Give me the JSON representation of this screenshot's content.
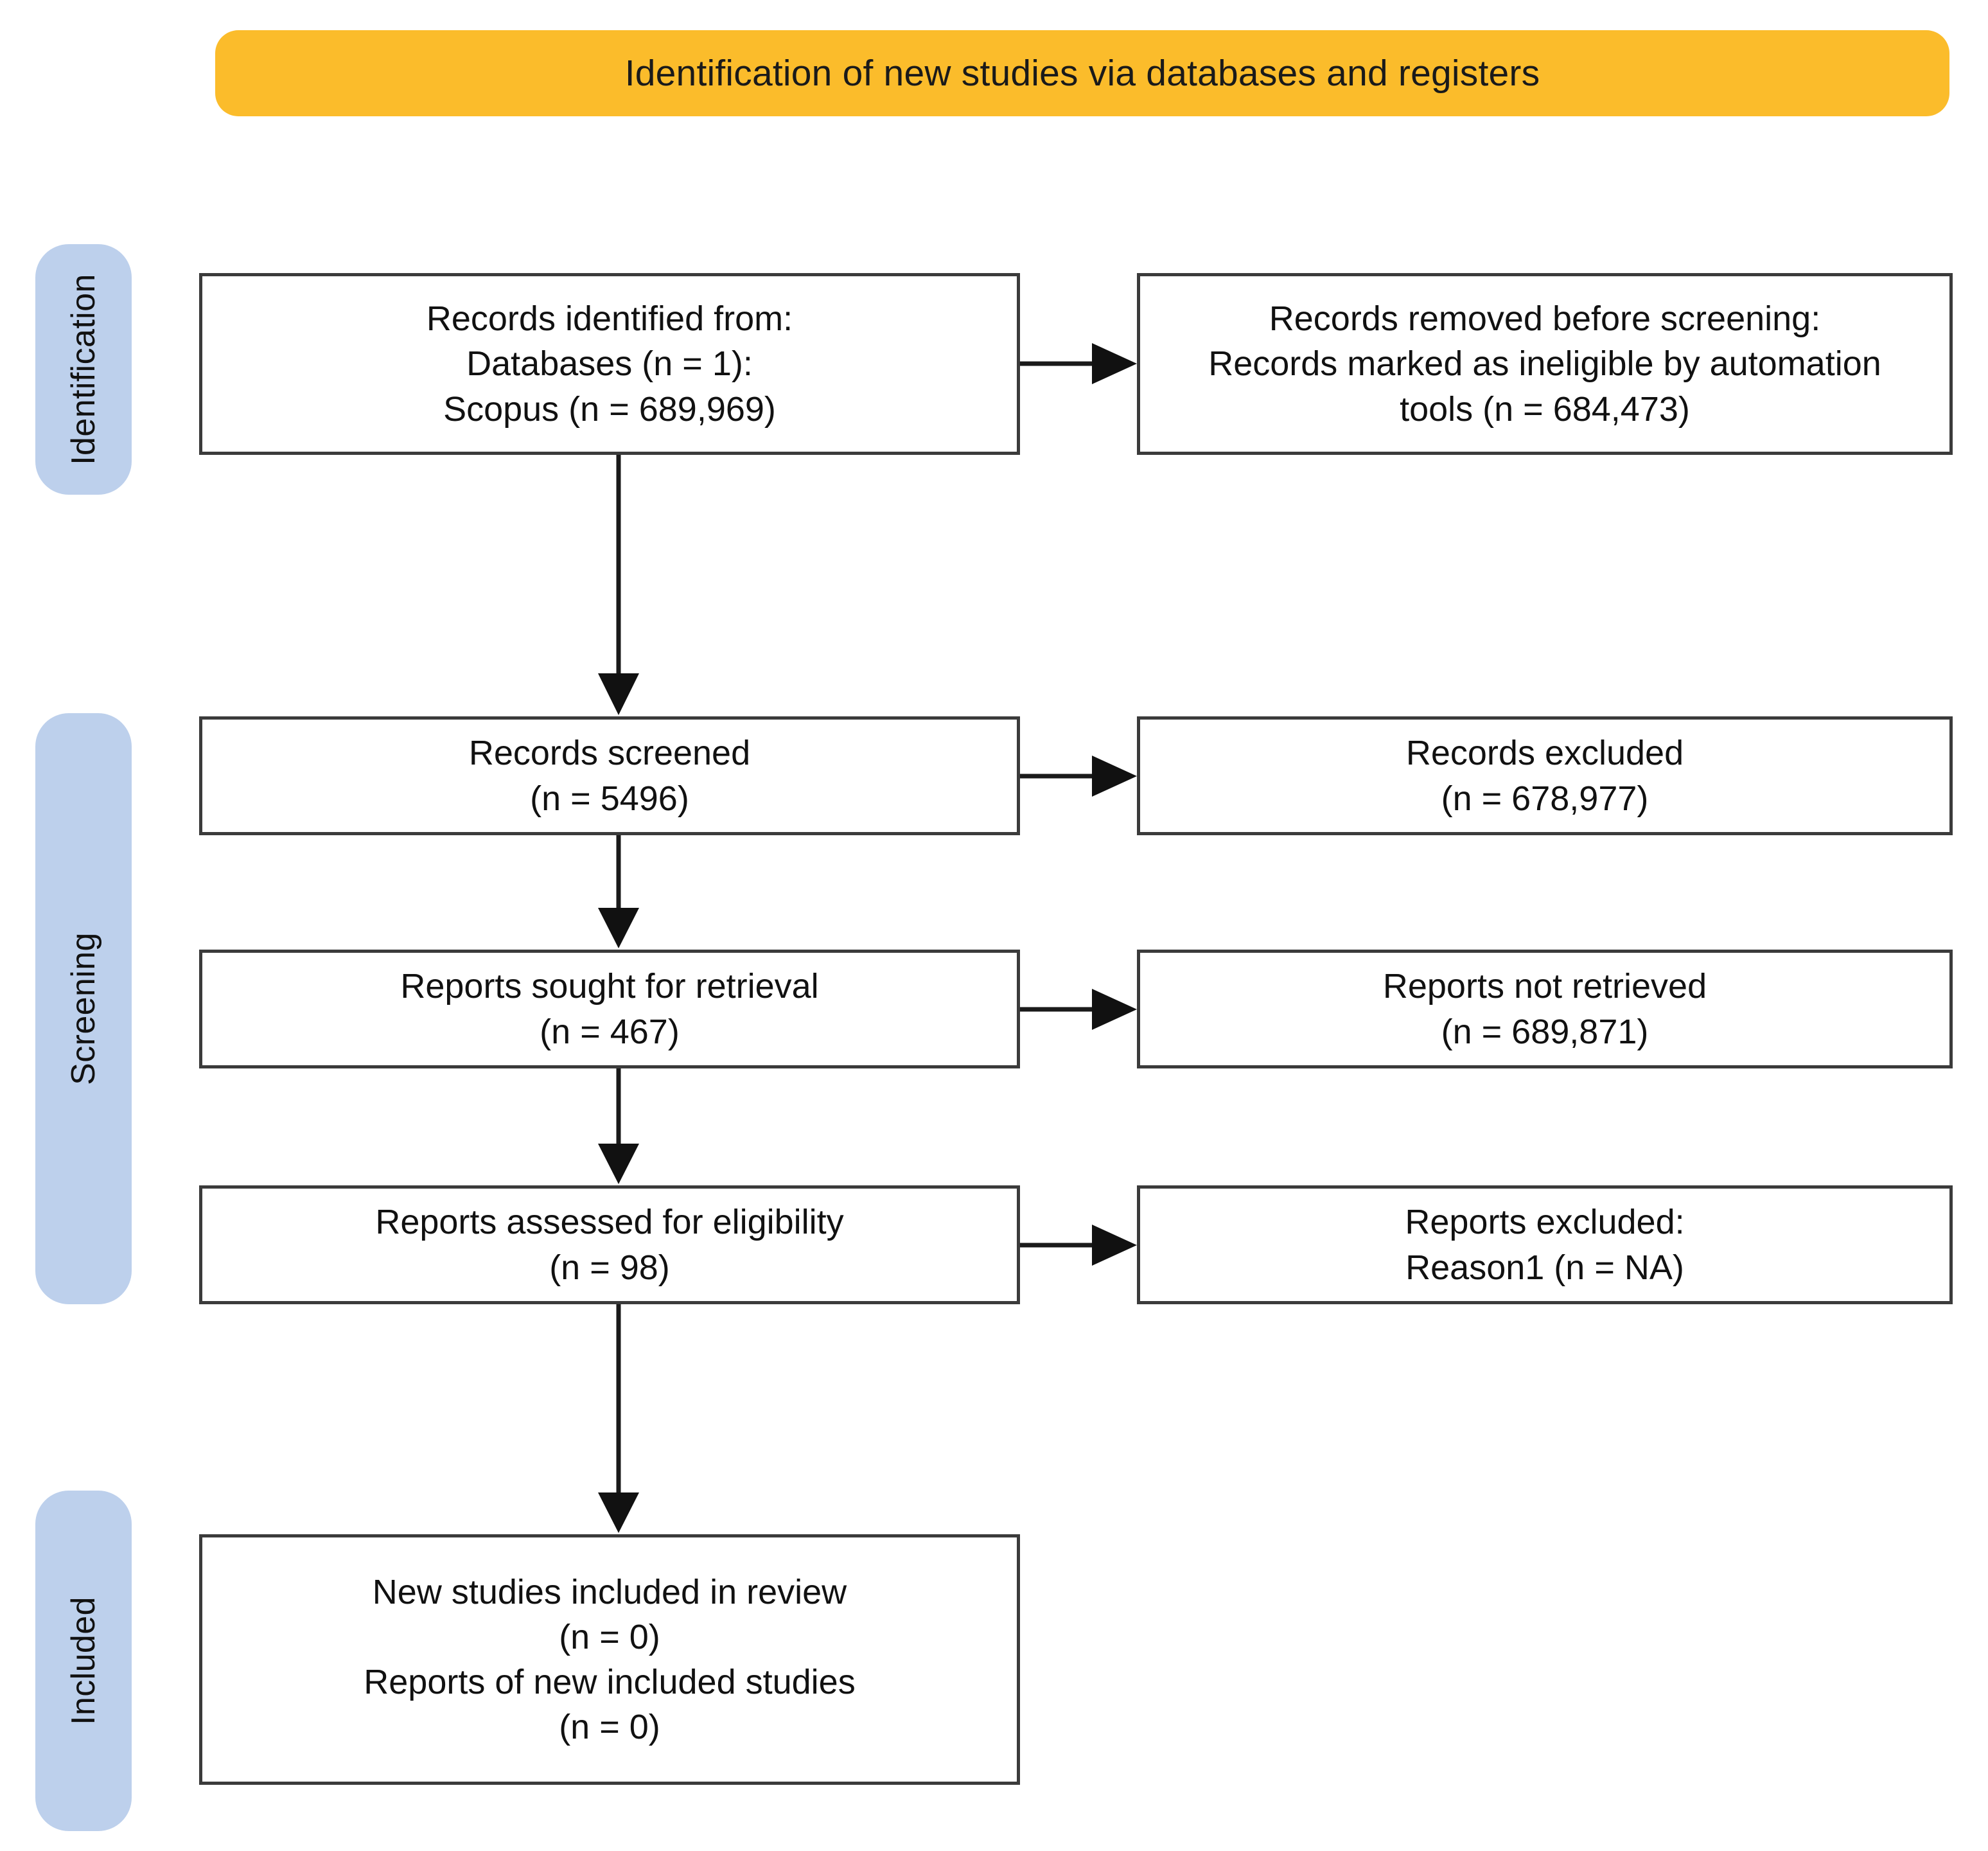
{
  "header": {
    "title": "Identification of new studies via databases and registers",
    "color": "#fbbc2b"
  },
  "stages": [
    {
      "id": "identification",
      "label": "Identification",
      "color": "#bdd0ec"
    },
    {
      "id": "screening",
      "label": "Screening",
      "color": "#bdd0ec"
    },
    {
      "id": "included",
      "label": "Included",
      "color": "#bdd0ec"
    }
  ],
  "boxes": {
    "identified": {
      "text": "Records identified from:\nDatabases (n = 1):\nScopus (n = 689,969)",
      "lines": [
        "Records identified from:",
        "Databases (n = 1):",
        "Scopus (n = 689,969)"
      ],
      "stage": "identification",
      "column": "left"
    },
    "removed": {
      "text": "Records removed before screening:\nRecords marked as ineligible by automation\ntools (n = 684,473)",
      "lines": [
        "Records removed before screening:",
        "Records marked as ineligible by automation",
        "tools (n = 684,473)"
      ],
      "stage": "identification",
      "column": "right"
    },
    "screened": {
      "text": "Records screened\n(n = 5496)",
      "lines": [
        "Records screened",
        "(n = 5496)"
      ],
      "stage": "screening",
      "column": "left"
    },
    "records_excluded": {
      "text": "Records excluded\n(n = 678,977)",
      "lines": [
        "Records excluded",
        "(n = 678,977)"
      ],
      "stage": "screening",
      "column": "right"
    },
    "sought": {
      "text": "Reports sought for retrieval\n(n = 467)",
      "lines": [
        "Reports sought for retrieval",
        "(n = 467)"
      ],
      "stage": "screening",
      "column": "left"
    },
    "not_retrieved": {
      "text": "Reports not retrieved\n(n = 689,871)",
      "lines": [
        "Reports not retrieved",
        "(n = 689,871)"
      ],
      "stage": "screening",
      "column": "right"
    },
    "assessed": {
      "text": "Reports assessed for eligibility\n(n = 98)",
      "lines": [
        "Reports assessed for eligibility",
        "(n = 98)"
      ],
      "stage": "screening",
      "column": "left"
    },
    "reports_excluded": {
      "text": "Reports excluded:\nReason1 (n = NA)",
      "lines": [
        "Reports excluded:",
        "Reason1 (n = NA)"
      ],
      "stage": "screening",
      "column": "right"
    },
    "included": {
      "text": "New studies included in review\n(n = 0)\nReports of new included studies\n(n = 0)",
      "lines": [
        "New studies included in review",
        "(n = 0)",
        "Reports of new included studies",
        "(n = 0)"
      ],
      "stage": "included",
      "column": "left"
    }
  },
  "chart_data": {
    "type": "diagram",
    "title": "Identification of new studies via databases and registers",
    "diagram_kind": "PRISMA 2020 flow diagram",
    "nodes": [
      {
        "id": "identified",
        "label": "Records identified from: Databases (n = 1): Scopus (n = 689,969)",
        "n": 689969,
        "stage": "Identification"
      },
      {
        "id": "removed",
        "label": "Records removed before screening: Records marked as ineligible by automation tools (n = 684,473)",
        "n": 684473,
        "stage": "Identification"
      },
      {
        "id": "screened",
        "label": "Records screened (n = 5496)",
        "n": 5496,
        "stage": "Screening"
      },
      {
        "id": "records_excluded",
        "label": "Records excluded (n = 678,977)",
        "n": 678977,
        "stage": "Screening"
      },
      {
        "id": "sought",
        "label": "Reports sought for retrieval (n = 467)",
        "n": 467,
        "stage": "Screening"
      },
      {
        "id": "not_retrieved",
        "label": "Reports not retrieved (n = 689,871)",
        "n": 689871,
        "stage": "Screening"
      },
      {
        "id": "assessed",
        "label": "Reports assessed for eligibility (n = 98)",
        "n": 98,
        "stage": "Screening"
      },
      {
        "id": "reports_excluded",
        "label": "Reports excluded: Reason1 (n = NA)",
        "n": null,
        "stage": "Screening"
      },
      {
        "id": "included",
        "label": "New studies included in review (n = 0); Reports of new included studies (n = 0)",
        "n": 0,
        "stage": "Included"
      }
    ],
    "edges": [
      {
        "from": "identified",
        "to": "removed",
        "direction": "right"
      },
      {
        "from": "identified",
        "to": "screened",
        "direction": "down"
      },
      {
        "from": "screened",
        "to": "records_excluded",
        "direction": "right"
      },
      {
        "from": "screened",
        "to": "sought",
        "direction": "down"
      },
      {
        "from": "sought",
        "to": "not_retrieved",
        "direction": "right"
      },
      {
        "from": "sought",
        "to": "assessed",
        "direction": "down"
      },
      {
        "from": "assessed",
        "to": "reports_excluded",
        "direction": "right"
      },
      {
        "from": "assessed",
        "to": "included",
        "direction": "down"
      }
    ]
  }
}
